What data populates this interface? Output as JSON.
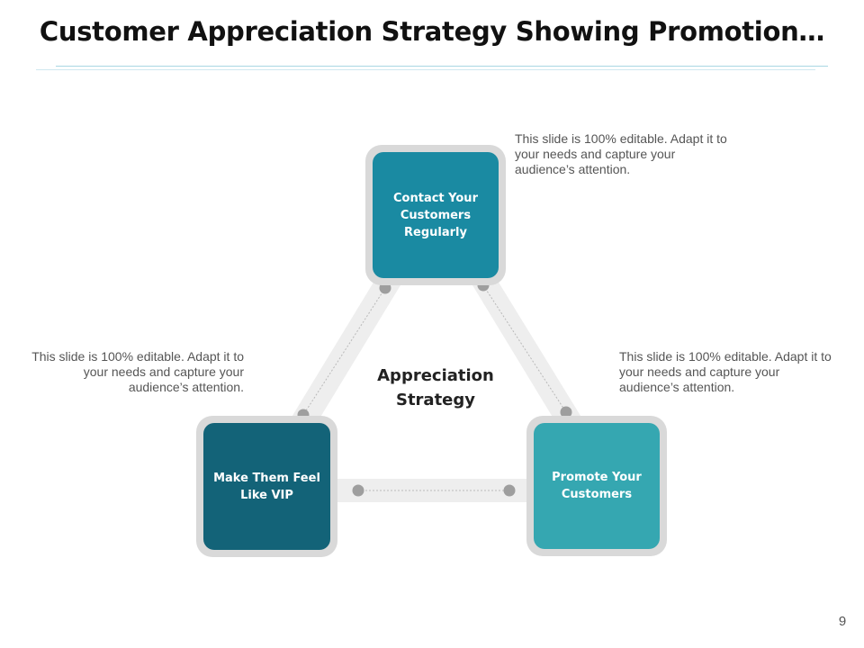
{
  "slide": {
    "title": "Customer Appreciation Strategy Showing Promotion…",
    "page_number": "9"
  },
  "diagram": {
    "center_label": "Appreciation Strategy",
    "nodes": {
      "top": {
        "label": "Contact Your Customers Regularly",
        "color": "#1a8aa2"
      },
      "left": {
        "label": "Make Them Feel Like VIP",
        "color": "#136378"
      },
      "right": {
        "label": "Promote Your Customers",
        "color": "#35a7b1"
      }
    },
    "notes": {
      "top": "This slide is 100% editable. Adapt it to your needs and capture your audience’s attention.",
      "left": "This slide is 100% editable. Adapt it to your needs and capture your audience’s attention.",
      "right": "This slide is 100% editable. Adapt it to your needs and capture your audience’s attention."
    }
  },
  "colors": {
    "title": "#111111",
    "connector": "#eeeeee",
    "connector_dot": "#9e9e9e",
    "box_frame": "#d9d9d9",
    "note_text": "#555555"
  }
}
